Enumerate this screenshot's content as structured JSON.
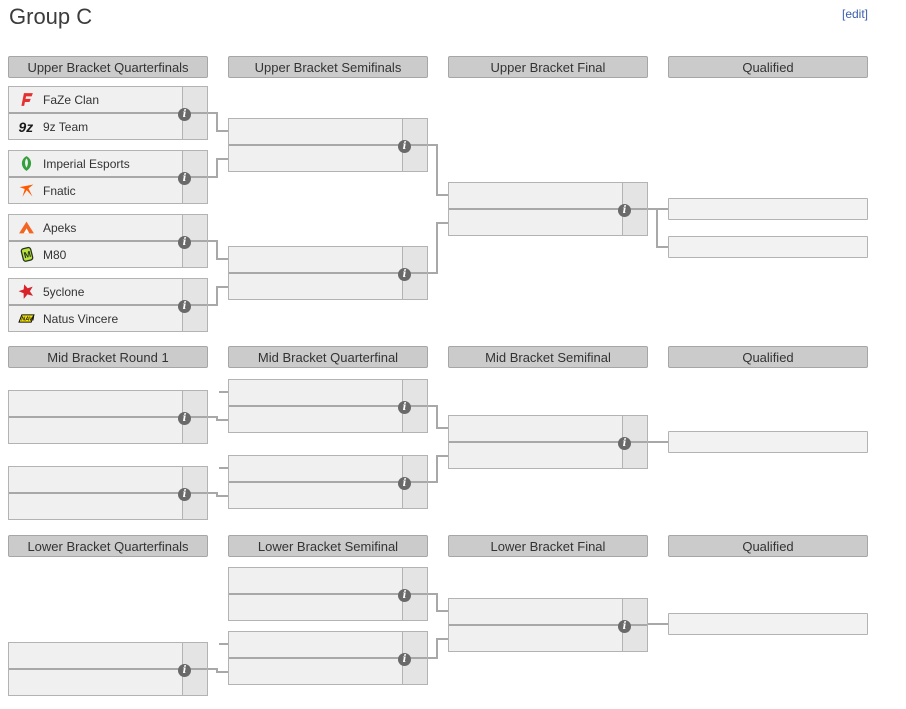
{
  "page": {
    "title": "Group C",
    "edit": "[edit]"
  },
  "headers": {
    "upper": [
      "Upper Bracket Quarterfinals",
      "Upper Bracket Semifinals",
      "Upper Bracket Final",
      "Qualified"
    ],
    "mid": [
      "Mid Bracket Round 1",
      "Mid Bracket Quarterfinal",
      "Mid Bracket Semifinal",
      "Qualified"
    ],
    "lower": [
      "Lower Bracket Quarterfinals",
      "Lower Bracket Semifinal",
      "Lower Bracket Final",
      "Qualified"
    ]
  },
  "matches": {
    "ubqf1": {
      "top": "FaZe Clan",
      "bottom": "9z Team"
    },
    "ubqf2": {
      "top": "Imperial Esports",
      "bottom": "Fnatic"
    },
    "ubqf3": {
      "top": "Apeks",
      "bottom": "M80"
    },
    "ubqf4": {
      "top": "5yclone",
      "bottom": "Natus Vincere"
    }
  },
  "icons": {
    "info": "i"
  },
  "colors": {
    "box_bg": "#f0f0f0",
    "score_bg": "#e4e4e4",
    "border": "#b3b3b3",
    "connector": "#a8a8a8",
    "header_bg": "#cbcbcb",
    "info_icon": "#696969",
    "edit_link": "#3a5dae",
    "title_text": "#3c3c3c",
    "faze_red": "#e4312f",
    "nine_z_black": "#1a1a1a",
    "imperial_green": "#33a03c",
    "fnatic_orange": "#ff5900",
    "apeks_orange": "#f26522",
    "m80_lime": "#b9e33d",
    "fiveyclone_red": "#d8232a",
    "navi_yellow": "#ffee00"
  }
}
